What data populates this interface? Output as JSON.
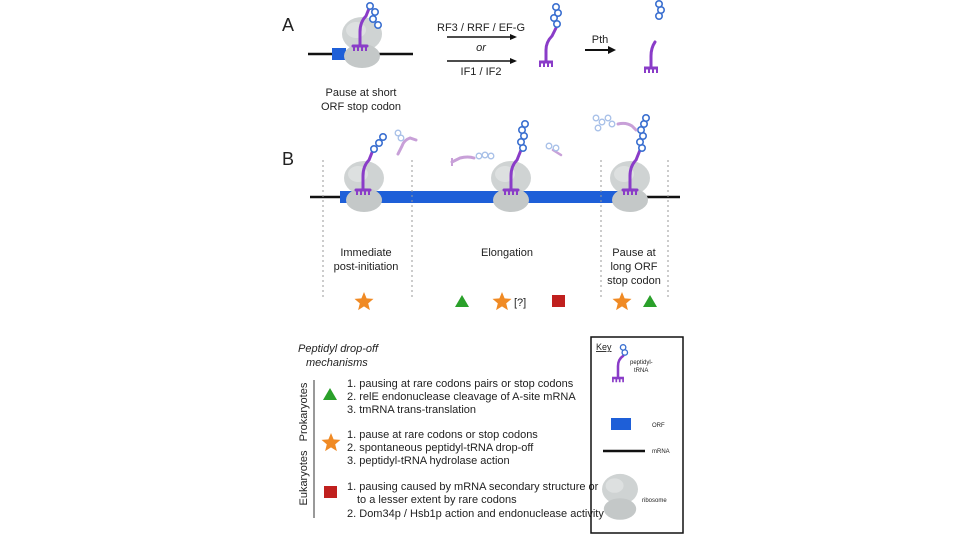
{
  "panel_a": {
    "letter": "A",
    "arrow1_top": "RF3 / RRF / EF-G",
    "arrow1_or": "or",
    "arrow1_bottom": "IF1 / IF2",
    "arrow2": "Pth",
    "caption_line1": "Pause at short",
    "caption_line2": "ORF stop codon"
  },
  "panel_b": {
    "letter": "B",
    "stage1_line1": "Immediate",
    "stage1_line2": "post-initiation",
    "stage2": "Elongation",
    "stage3_line1": "Pause at",
    "stage3_line2": "long ORF",
    "stage3_line3": "stop codon",
    "question_mark": "[?]"
  },
  "mechanisms": {
    "title_line1": "Peptidyl drop-off",
    "title_line2": "mechanisms",
    "prokaryotes_label": "Prokaryotes",
    "eukaryotes_label": "Eukaryotes",
    "triangle": {
      "color": "#2aa02a",
      "items": [
        {
          "num": "1.",
          "text": "pausing at rare codons pairs or stop codons"
        },
        {
          "num": "2.",
          "text": "relE endonuclease cleavage of A-site mRNA"
        },
        {
          "num": "3.",
          "text": "tmRNA trans-translation"
        }
      ]
    },
    "star": {
      "color": "#f08a24",
      "items": [
        {
          "num": "1.",
          "text": "pause at rare codons or stop codons"
        },
        {
          "num": "2.",
          "text": "spontaneous peptidyl-tRNA drop-off"
        },
        {
          "num": "3.",
          "text": "peptidyl-tRNA hydrolase action"
        }
      ]
    },
    "square": {
      "color": "#c0201e",
      "items": [
        {
          "num": "1.",
          "text": "pausing caused by mRNA secondary structure or"
        },
        {
          "num": "",
          "text": "to a lesser extent by rare codons"
        },
        {
          "num": "2.",
          "text": "Dom34p / Hsb1p action and endonuclease activity"
        }
      ]
    }
  },
  "key": {
    "title": "Key",
    "trna_line1": "peptidyl-",
    "trna_line2": "tRNA",
    "orf": "ORF",
    "mrna": "mRNA",
    "ribosome": "ribosome"
  },
  "colors": {
    "orf_blue": "#1e5fd8",
    "trna_purple": "#8a3cc8",
    "peptide_blue": "#3a6fd0",
    "ribosome_grey": "#c8cccc",
    "faded_purple": "#c8a0d8",
    "faded_blue": "#a8c0e8"
  }
}
